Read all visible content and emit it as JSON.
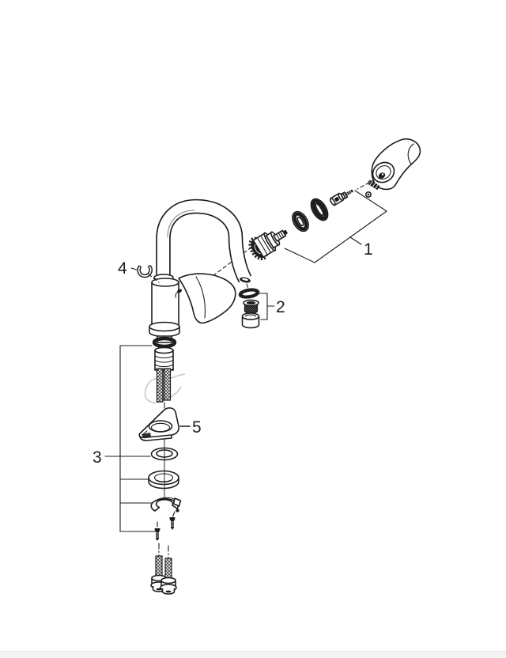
{
  "page": {
    "background_color": "#ffffff",
    "footer_bar_color": "#f4f4f4"
  },
  "diagram": {
    "kind": "exploded-view parts diagram",
    "subject": "single-lever kitchen mixer faucet with high C-spout",
    "line_color": "#1d1d1b",
    "ghost_outline_color": "#c6c6c6",
    "callouts": [
      {
        "label": "1",
        "part": "lever-handle-and-cartridge-assembly"
      },
      {
        "label": "2",
        "part": "mousseur-aerator-set"
      },
      {
        "label": "3",
        "part": "fastening-set-washers-clamp-screws"
      },
      {
        "label": "4",
        "part": "retaining-clip"
      },
      {
        "label": "5",
        "part": "triangular-mounting-bracket"
      }
    ]
  }
}
